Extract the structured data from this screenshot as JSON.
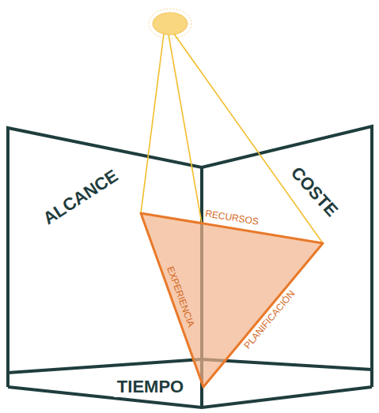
{
  "diagram": {
    "labels": [
      "ALCANCE",
      "COSTE",
      "RECURSOS",
      "EXPERIENCIA",
      "PLANIFICACIÓN",
      "TIEMPO"
    ]
  }
}
